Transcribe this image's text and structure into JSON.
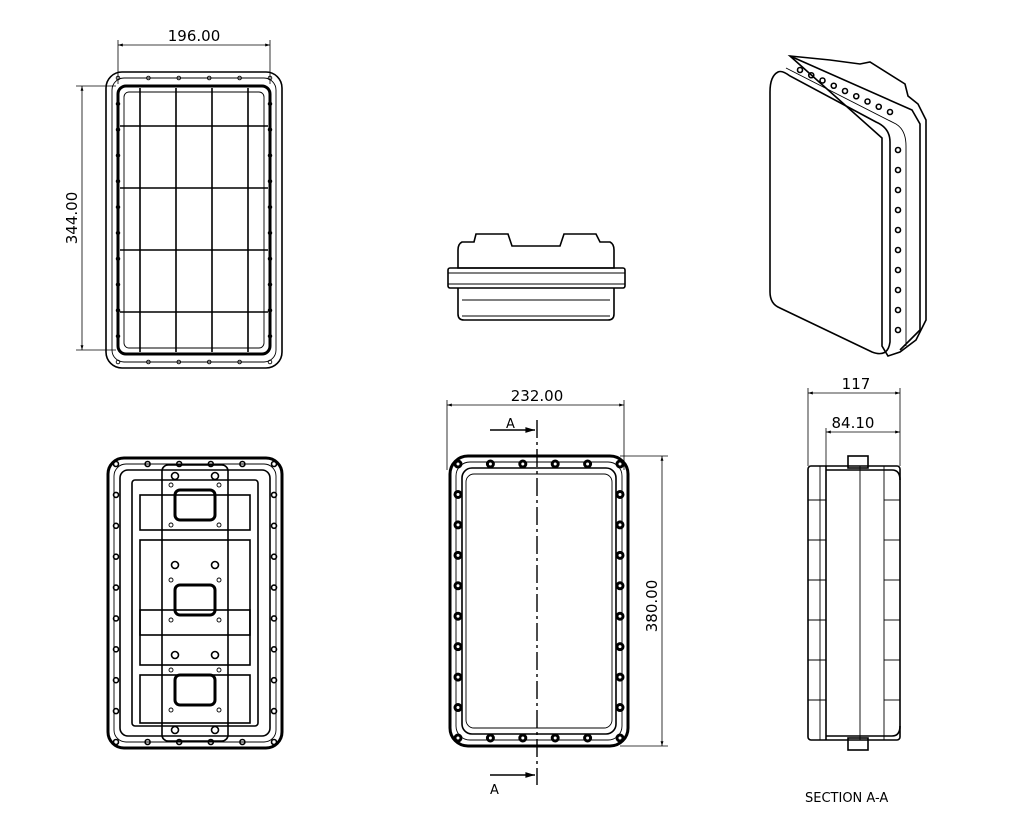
{
  "drawing": {
    "top_view": {
      "width_dim": "196.00",
      "height_dim": "344.00"
    },
    "front_view": {
      "width_dim": "232.00",
      "height_dim": "380.00",
      "section_label_top": "A",
      "section_label_bottom": "A"
    },
    "section_view": {
      "depth_dim": "117",
      "inner_depth_dim": "84.10",
      "title": "SECTION A-A"
    }
  }
}
